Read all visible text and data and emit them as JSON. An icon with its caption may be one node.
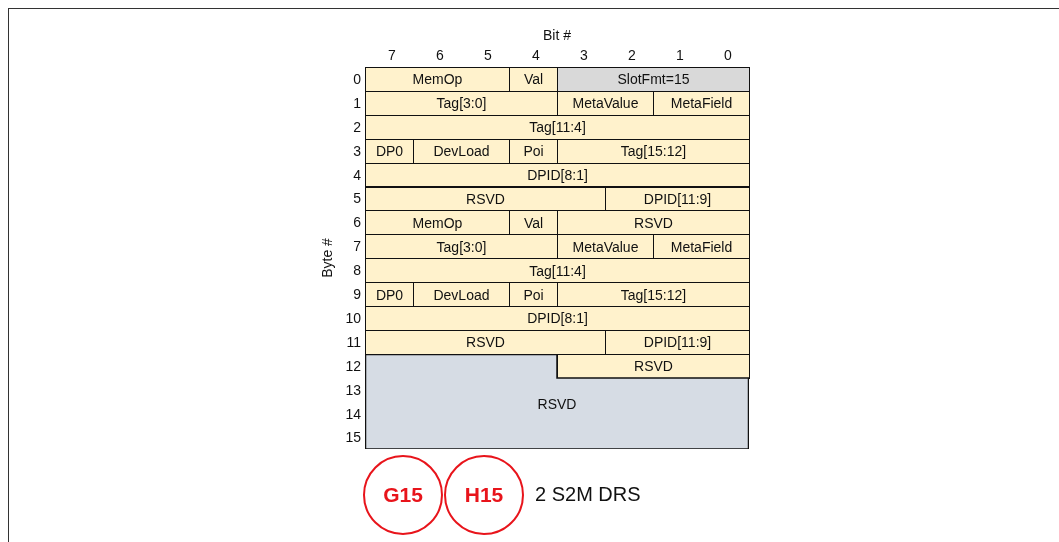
{
  "diagram": {
    "nodes": [
      {
        "text": [
          "MemOp"
        ]
      },
      {
        "text": [
          "Val"
        ]
      },
      {
        "text": [
          "SlotFmt=15"
        ]
      },
      {
        "text": [
          "Tag[3:0]"
        ]
      },
      {
        "text": [
          "MetaValue"
        ]
      },
      {
        "text": [
          "MetaField"
        ]
      },
      {
        "text": [
          "Tag[11:4]"
        ]
      },
      {
        "text": [
          "DP0"
        ]
      },
      {
        "text": [
          "DevLoad"
        ]
      },
      {
        "text": [
          "Poi"
        ]
      },
      {
        "text": [
          "Tag[15:12]"
        ]
      },
      {
        "text": [
          "DPID[8:1]"
        ]
      },
      {
        "text": [
          "RSVD"
        ]
      },
      {
        "text": [
          "DPID[11:9]"
        ]
      },
      {
        "text": [
          "MemOp"
        ]
      },
      {
        "text": [
          "Val"
        ]
      },
      {
        "text": [
          "RSVD"
        ]
      },
      {
        "text": [
          "Tag[3:0]"
        ]
      },
      {
        "text": [
          "MetaValue"
        ]
      },
      {
        "text": [
          "MetaField"
        ]
      },
      {
        "text": [
          "Tag[11:4]"
        ]
      },
      {
        "text": [
          "DP0"
        ]
      },
      {
        "text": [
          "DevLoad"
        ]
      },
      {
        "text": [
          "Poi"
        ]
      },
      {
        "text": [
          "Tag[15:12]"
        ]
      },
      {
        "text": [
          "DPID[8:1]"
        ]
      },
      {
        "text": [
          "RSVD"
        ]
      },
      {
        "text": [
          "DPID[11:9]"
        ]
      },
      {
        "text": [
          "RSVD"
        ]
      },
      {
        "text": [
          "RSVD"
        ]
      },
      {
        "text": [
          "G15"
        ]
      },
      {
        "text": [
          "H15"
        ]
      }
    ],
    "labels": [
      "Bit #",
      "7",
      "6",
      "5",
      "4",
      "3",
      "2",
      "1",
      "0",
      "Byte #",
      "0",
      "1",
      "2",
      "3",
      "4",
      "5",
      "6",
      "7",
      "8",
      "9",
      "10",
      "11",
      "12",
      "13",
      "14",
      "15",
      "2 S2M DRS"
    ]
  }
}
